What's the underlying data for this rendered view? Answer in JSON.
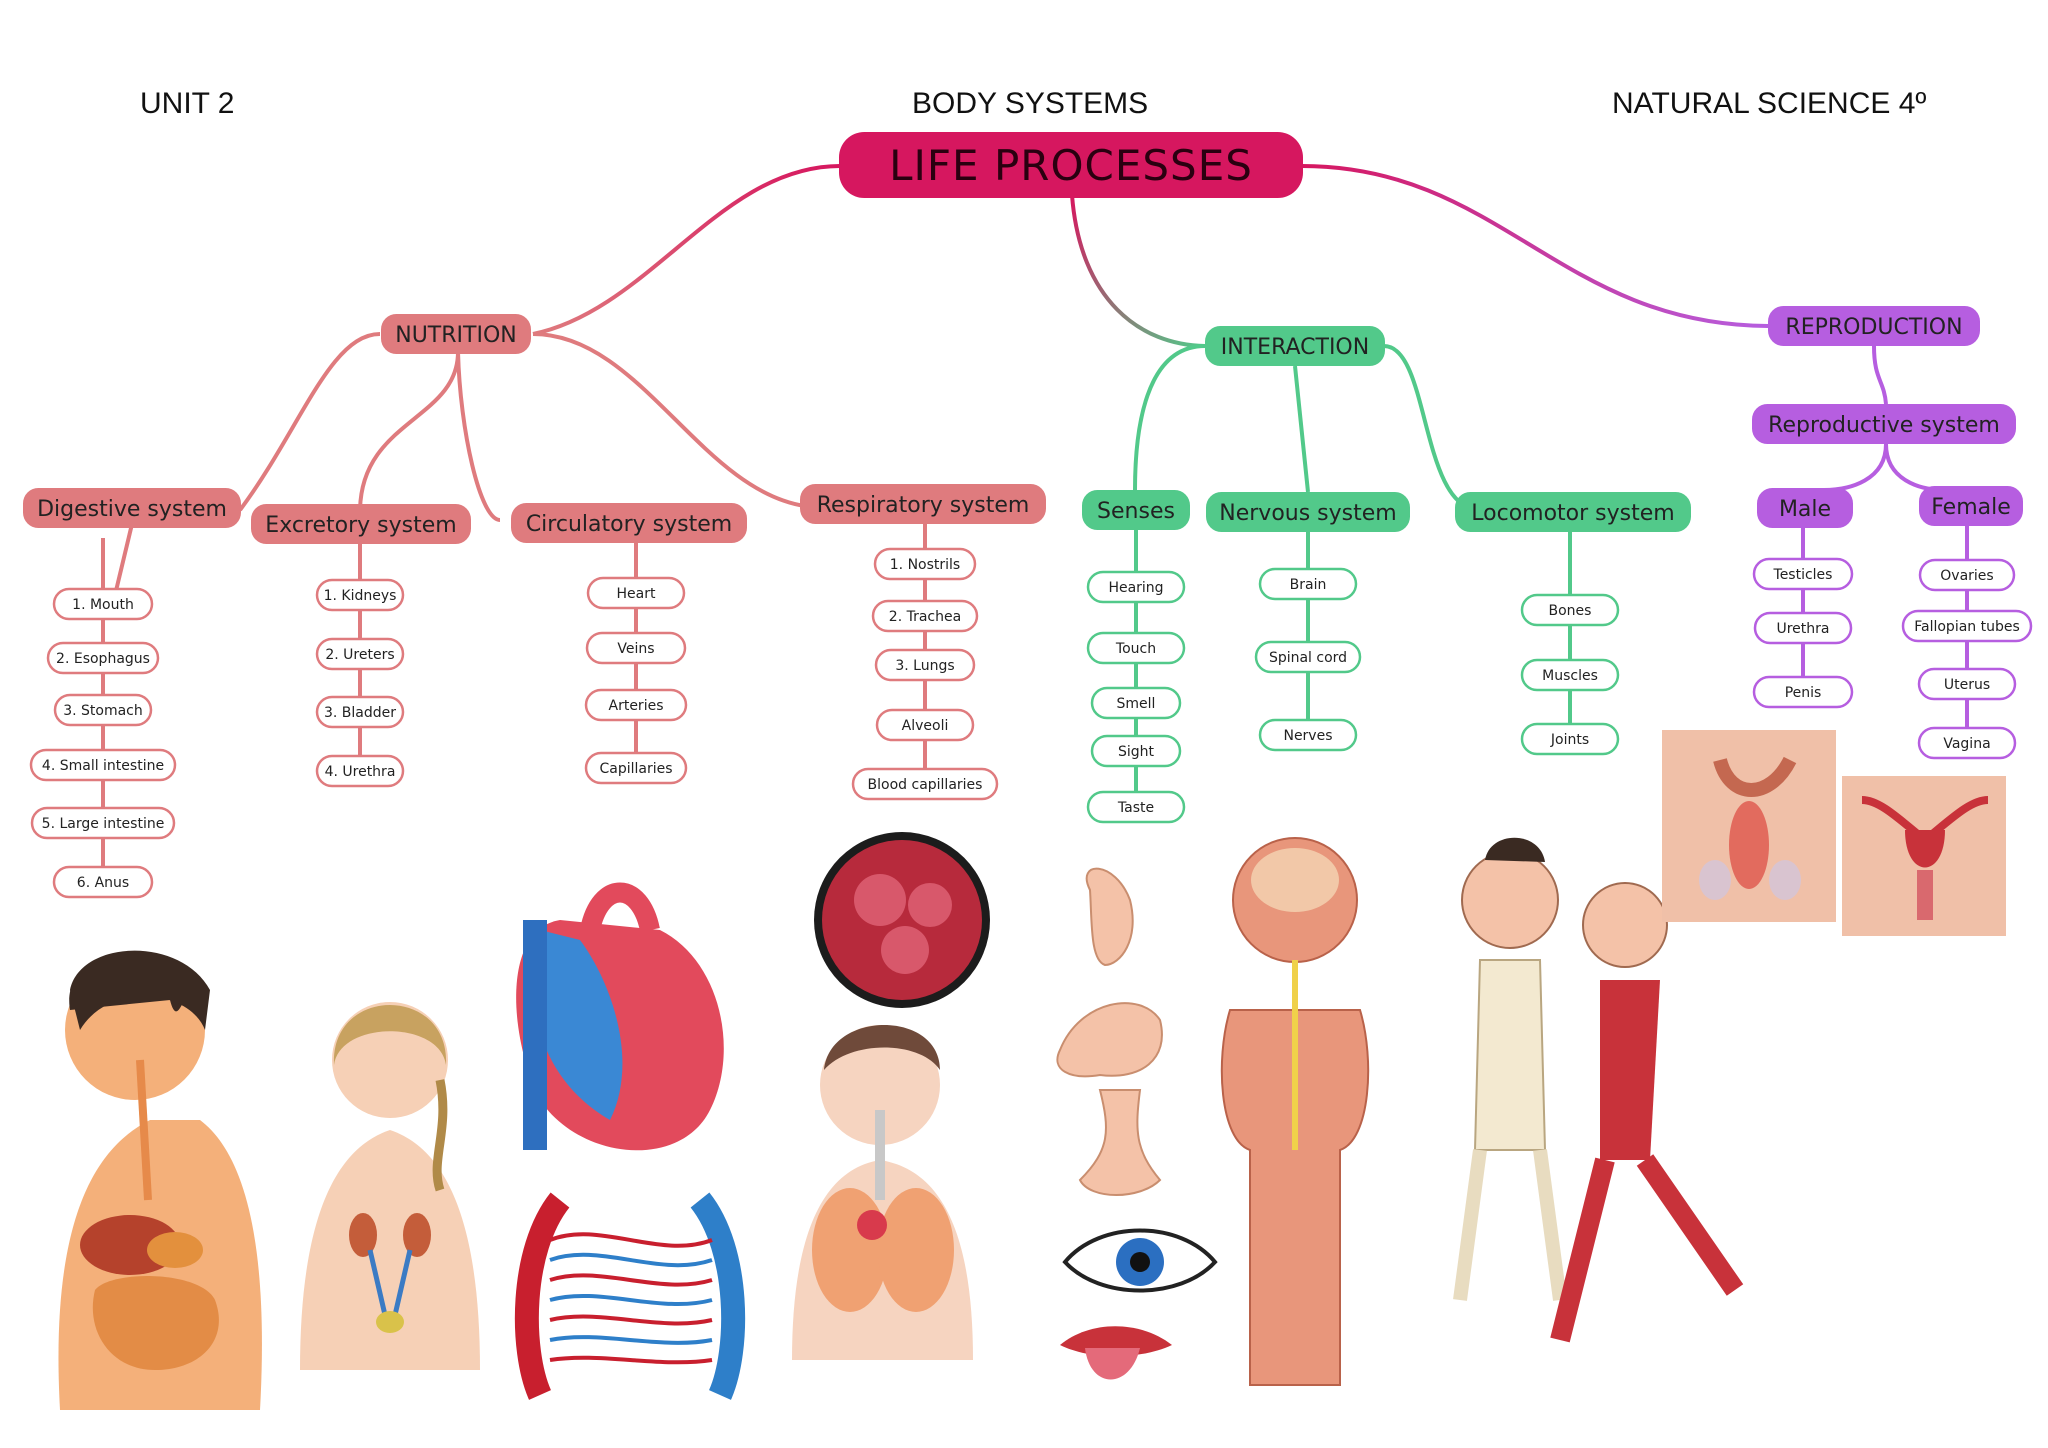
{
  "header": {
    "unit": "UNIT 2",
    "topic": "BODY SYSTEMS",
    "subject": "NATURAL SCIENCE 4º"
  },
  "root": "LIFE PROCESSES",
  "colors": {
    "root": "#d6175f",
    "nutrition": "#df7b7e",
    "interaction": "#52c98a",
    "reproduction": "#b65ee0"
  },
  "branches": {
    "nutrition": {
      "label": "NUTRITION",
      "systems": [
        {
          "label": "Digestive system",
          "items": [
            "1. Mouth",
            "2. Esophagus",
            "3. Stomach",
            "4. Small intestine",
            "5. Large intestine",
            "6. Anus"
          ]
        },
        {
          "label": "Excretory system",
          "items": [
            "1. Kidneys",
            "2. Ureters",
            "3. Bladder",
            "4. Urethra"
          ]
        },
        {
          "label": "Circulatory system",
          "items": [
            "Heart",
            "Veins",
            "Arteries",
            "Capillaries"
          ]
        },
        {
          "label": "Respiratory system",
          "items": [
            "1. Nostrils",
            "2. Trachea",
            "3. Lungs",
            "Alveoli",
            "Blood capillaries"
          ]
        }
      ]
    },
    "interaction": {
      "label": "INTERACTION",
      "systems": [
        {
          "label": "Senses",
          "items": [
            "Hearing",
            "Touch",
            "Smell",
            "Sight",
            "Taste"
          ]
        },
        {
          "label": "Nervous system",
          "items": [
            "Brain",
            "Spinal cord",
            "Nerves"
          ]
        },
        {
          "label": "Locomotor system",
          "items": [
            "Bones",
            "Muscles",
            "Joints"
          ]
        }
      ]
    },
    "reproduction": {
      "label": "REPRODUCTION",
      "system": "Reproductive system",
      "groups": [
        {
          "label": "Male",
          "items": [
            "Testicles",
            "Urethra",
            "Penis"
          ]
        },
        {
          "label": "Female",
          "items": [
            "Ovaries",
            "Fallopian tubes",
            "Uterus",
            "Vagina"
          ]
        }
      ]
    }
  }
}
